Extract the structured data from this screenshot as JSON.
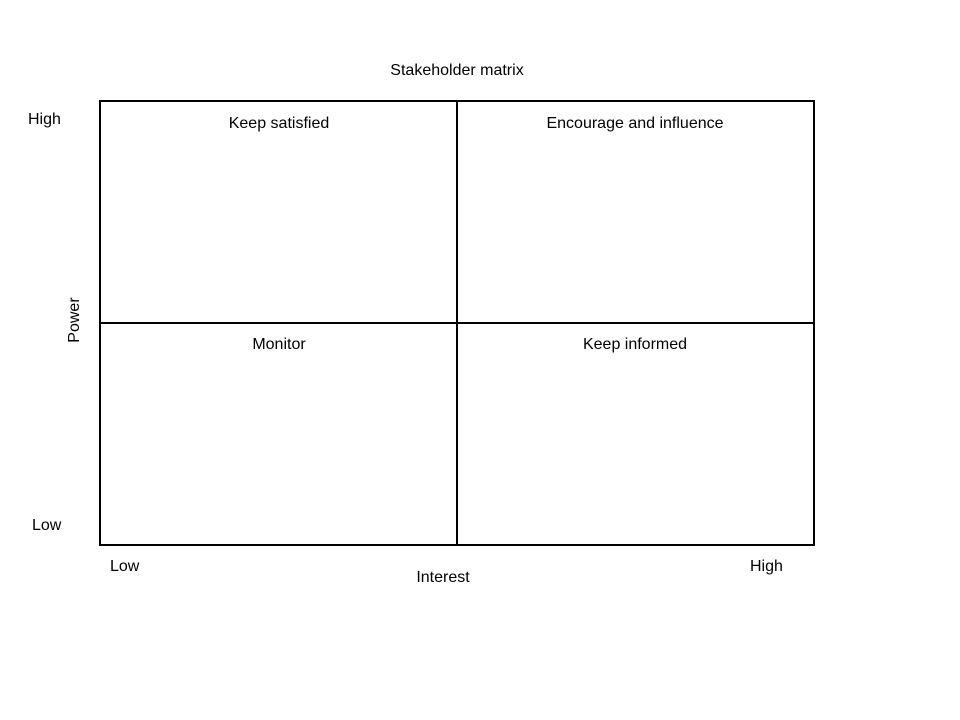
{
  "title": "Stakeholder matrix",
  "matrix": {
    "quadrants": [
      {
        "position": "top-left",
        "label": "Keep satisfied"
      },
      {
        "position": "top-right",
        "label": "Encourage and influence"
      },
      {
        "position": "bottom-left",
        "label": "Monitor"
      },
      {
        "position": "bottom-right",
        "label": "Keep informed"
      }
    ]
  },
  "y_axis": {
    "label": "Power",
    "top_tick": "High",
    "bottom_tick": "Low"
  },
  "x_axis": {
    "label": "Interest",
    "left_tick": "Low",
    "right_tick": "High"
  },
  "colors": {
    "line": "#000000",
    "text": "#000000",
    "background": "#ffffff"
  }
}
